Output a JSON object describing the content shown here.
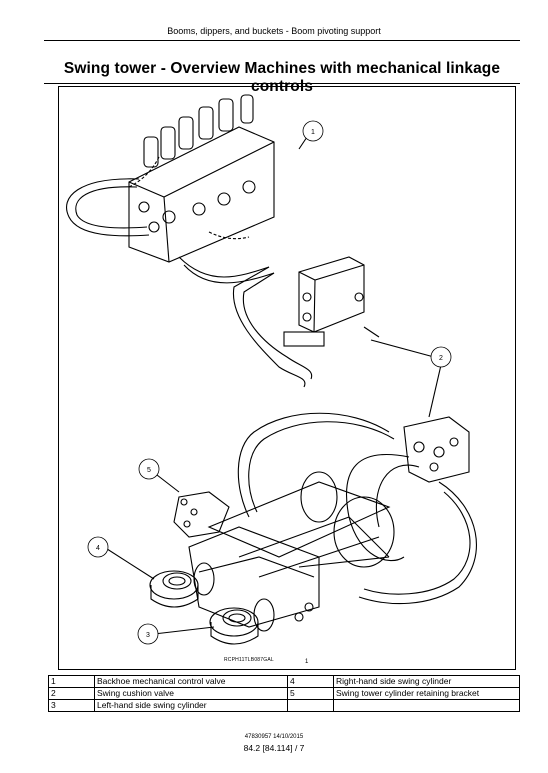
{
  "header": {
    "text": "Booms, dippers, and buckets - Boom pivoting support"
  },
  "title": "Swing tower - Overview Machines with mechanical linkage controls",
  "figure": {
    "code": "RCPH11TLB087GAL",
    "number": "1",
    "callouts": [
      "1",
      "2",
      "3",
      "4",
      "5"
    ]
  },
  "legend": [
    {
      "num": "1",
      "text": "Backhoe mechanical control valve",
      "num2": "4",
      "text2": "Right-hand side swing cylinder"
    },
    {
      "num": "2",
      "text": "Swing cushion valve",
      "num2": "5",
      "text2": "Swing tower cylinder retaining bracket"
    },
    {
      "num": "3",
      "text": "Left-hand side swing cylinder",
      "num2": "",
      "text2": ""
    }
  ],
  "footer": {
    "doc_date": "47830957 14/10/2015",
    "page": "84.2 [84.114] / 7"
  }
}
